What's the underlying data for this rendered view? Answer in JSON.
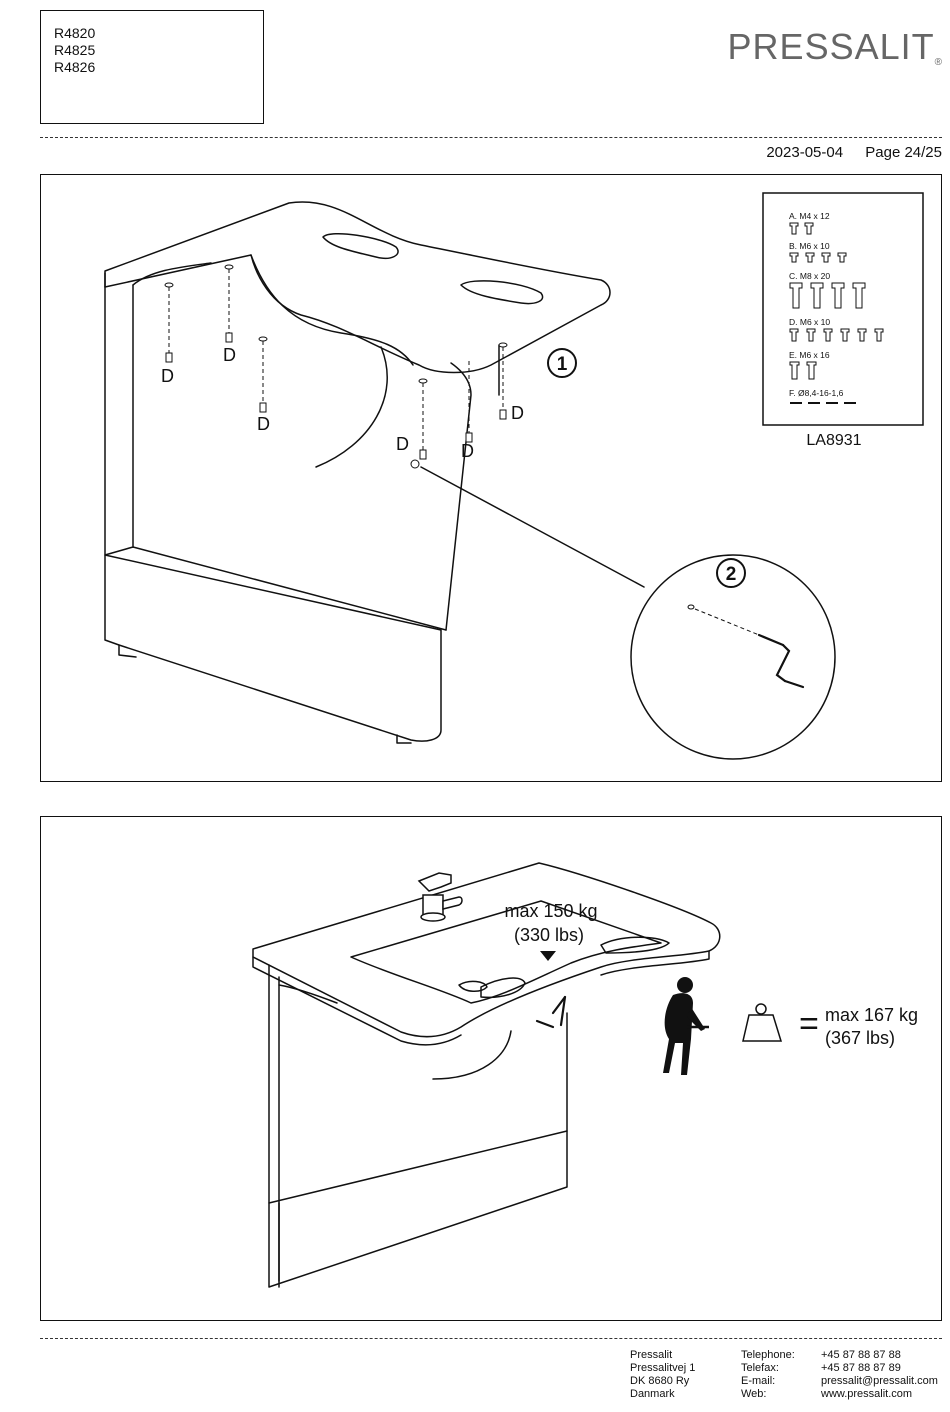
{
  "header": {
    "models": [
      "R4820",
      "R4825",
      "R4826"
    ],
    "logo_text": "PRESSALIT",
    "logo_mark": "®",
    "date": "2023-05-04",
    "page": "Page 24/25"
  },
  "step1": {
    "step_number": "1",
    "detail_step_number": "2",
    "screw_label": "D",
    "kit": {
      "items": [
        "A. M4 x 12",
        "B. M6 x 10",
        "C. M8 x 20",
        "D. M6 x 10",
        "E. M6 x 16",
        "F. Ø8,4-16-1,6"
      ],
      "code": "LA8931"
    }
  },
  "step2": {
    "basin_load": {
      "line1": "max 150 kg",
      "line2": "(330 lbs)"
    },
    "support_load": {
      "symbol": "=",
      "line1": "max 167 kg",
      "line2": "(367 lbs)"
    }
  },
  "footer": {
    "address": [
      "Pressalit",
      "Pressalitvej 1",
      "DK 8680 Ry",
      "Danmark"
    ],
    "contact_labels": [
      "Telephone:",
      "Telefax:",
      "E-mail:",
      "Web:"
    ],
    "contact_values": [
      "+45 87 88 87 88",
      "+45 87 88 87 89",
      "pressalit@pressalit.com",
      "www.pressalit.com"
    ]
  },
  "colors": {
    "line": "#111111",
    "logo": "#666666"
  }
}
